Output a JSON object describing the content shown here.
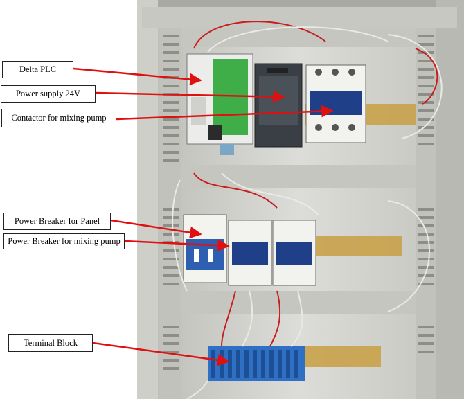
{
  "labels": {
    "delta_plc": "Delta PLC",
    "power_supply": "Power supply 24V",
    "contactor_mixing_pump": "Contactor for mixing pump",
    "power_breaker_panel": "Power Breaker for Panel",
    "power_breaker_mixing_pump": "Power Breaker for mixing pump",
    "terminal_block": "Terminal Block"
  },
  "colors": {
    "arrow": "#e01010",
    "panel": "#d7d7d3",
    "din_rail": "#c9a24a",
    "wire_red": "#c81e1e",
    "terminal_blue": "#2f6fc4"
  }
}
